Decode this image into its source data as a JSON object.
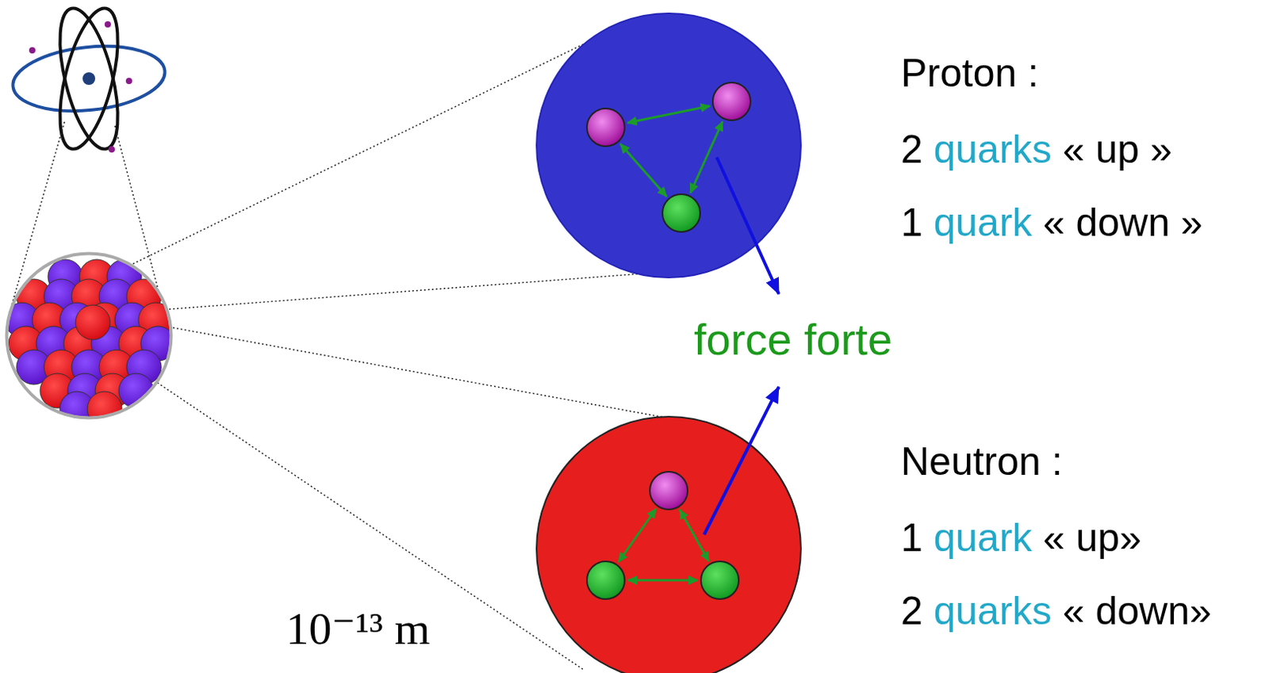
{
  "diagram": {
    "labels": [
      "Proton :",
      "2 quarks « up »",
      "1 quark « down »",
      "force forte",
      "Neutron :",
      "1 quark « up»",
      "2 quarks « down»",
      "10⁻¹³ m"
    ]
  }
}
